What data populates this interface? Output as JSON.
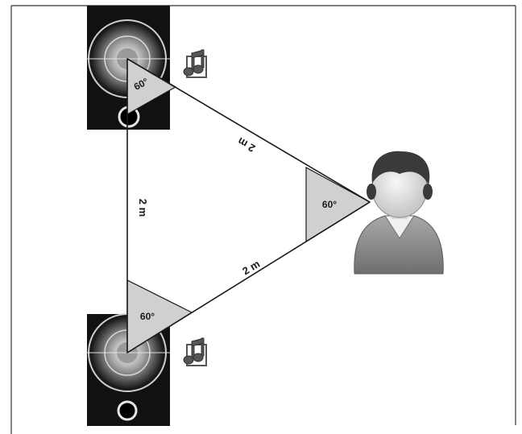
{
  "diagram": {
    "angles": {
      "top": "60°",
      "bottom": "60°",
      "listener": "60°"
    },
    "distances": {
      "left": "2 m",
      "top": "2 m",
      "bottom": "2 m"
    }
  },
  "icons": {
    "speaker_top": "speaker-icon",
    "speaker_bottom": "speaker-icon",
    "music_note_top": "music-note-icon",
    "music_note_bottom": "music-note-icon",
    "listener": "person-icon"
  },
  "colors": {
    "speaker_cabinet": "#111111",
    "speaker_cone": "#8a8a8a",
    "angle_fill": "#d0d0d0",
    "person_skin": "#e6e6e6",
    "person_hair": "#3a3a3a",
    "person_shirt": "#8c8c8c",
    "line": "#1a1a1a"
  }
}
